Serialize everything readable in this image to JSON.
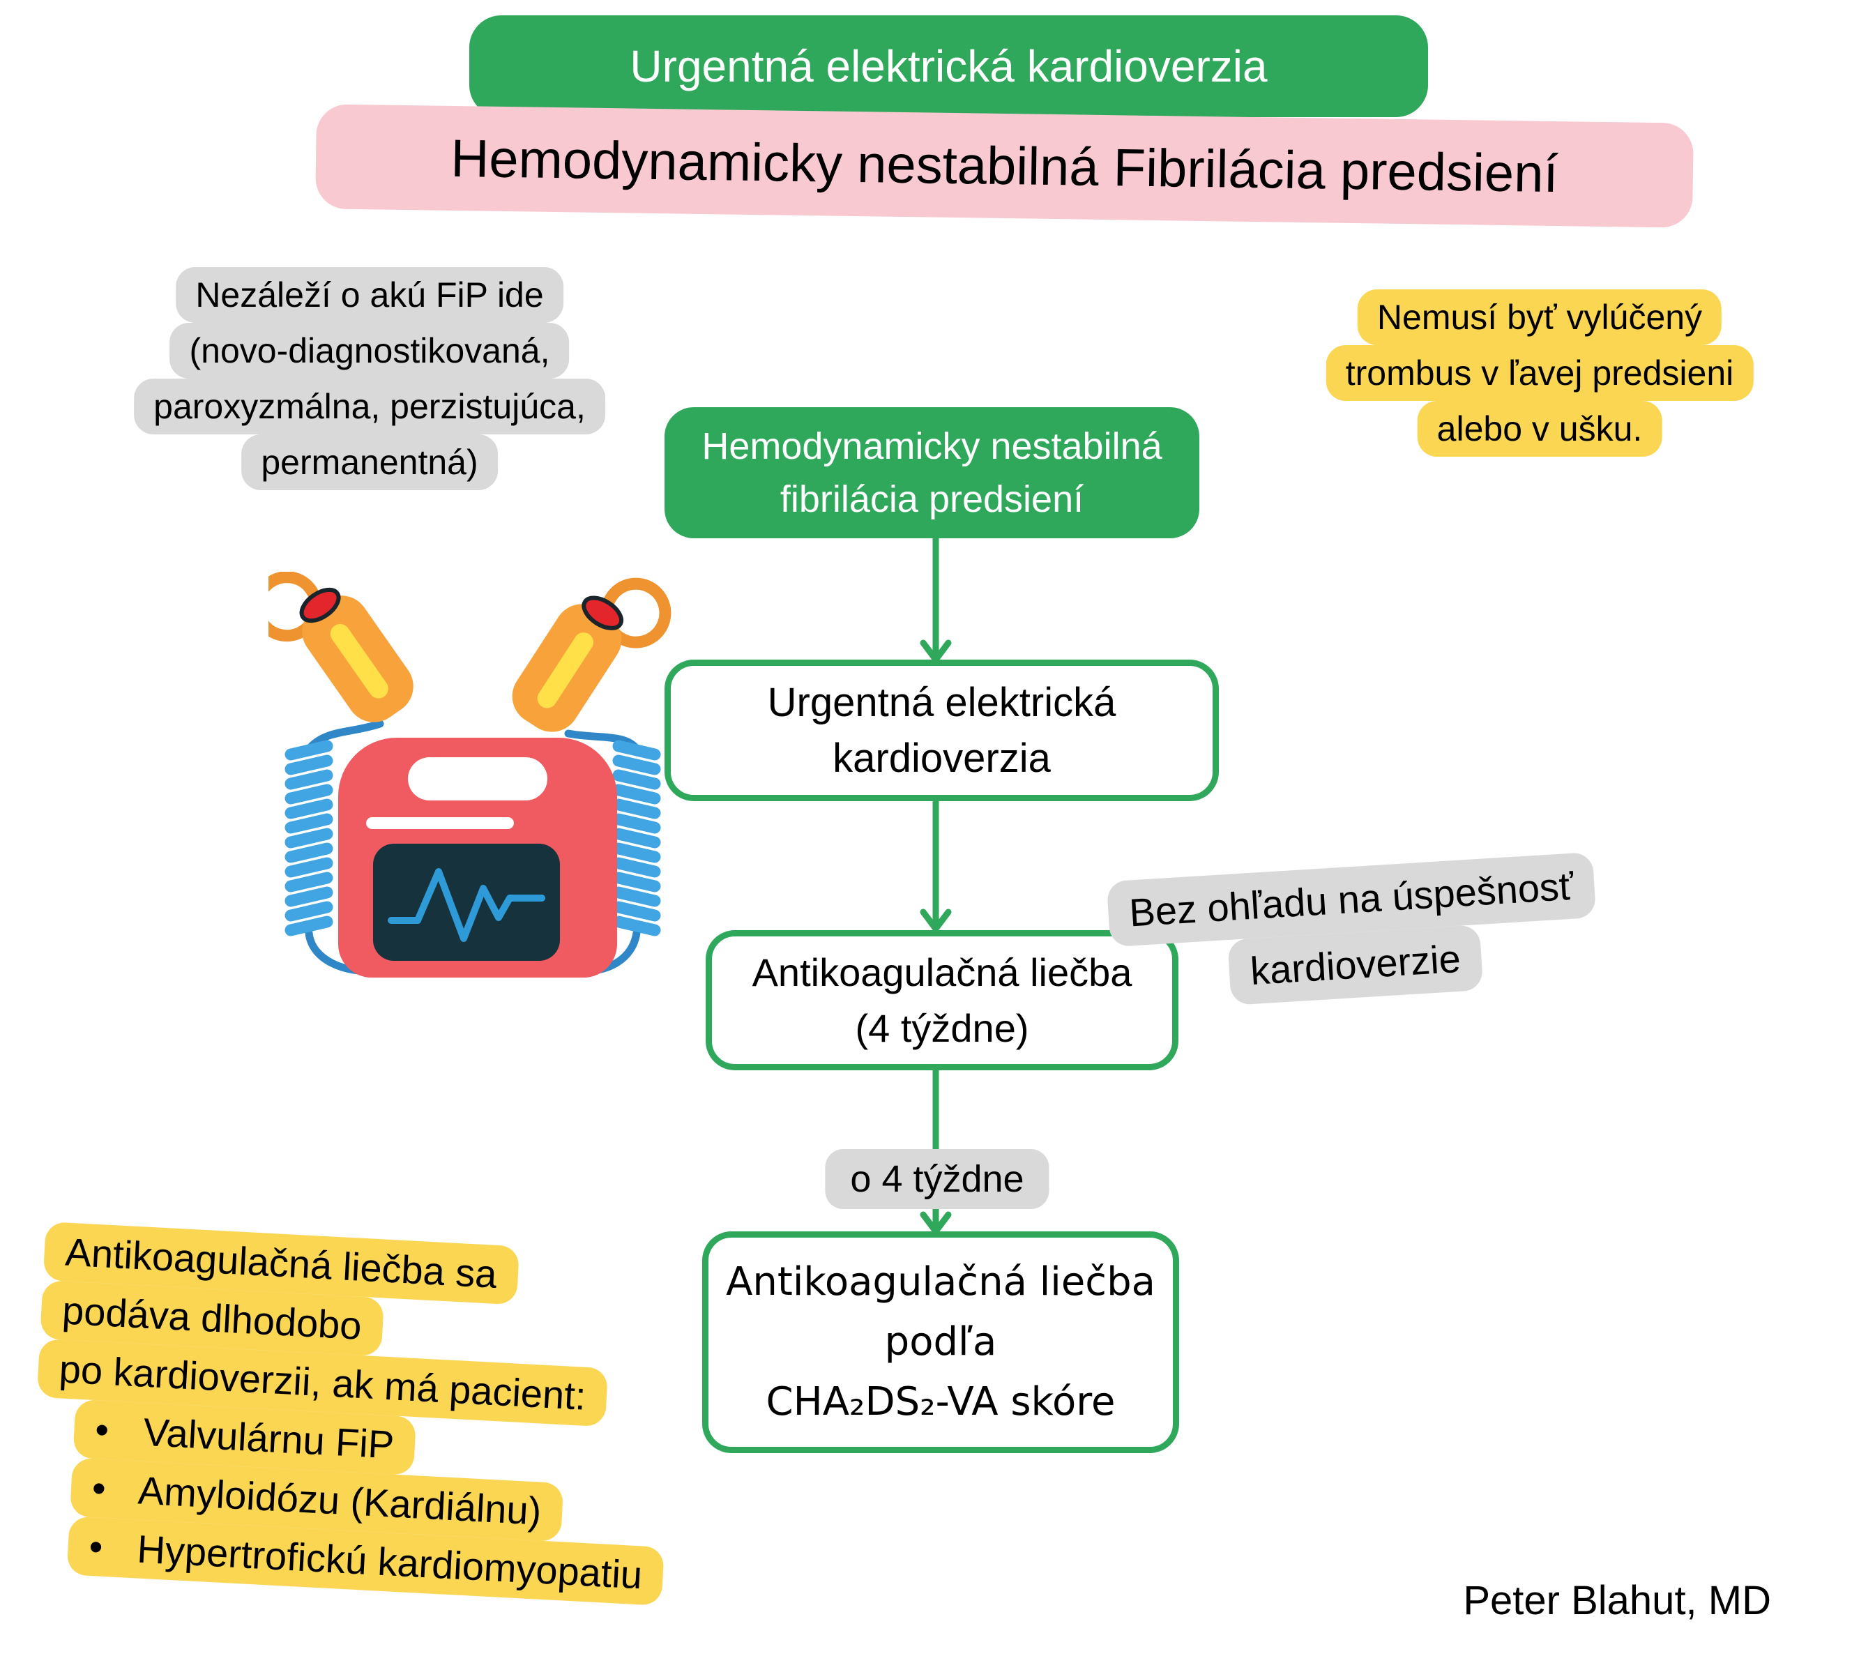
{
  "colors": {
    "green": "#2fa85c",
    "pink": "#f8c9d1",
    "yellow": "#fad653",
    "gray": "#d9d9d9",
    "black": "#000000",
    "white": "#ffffff",
    "defib_body_red": "#f05a61",
    "defib_screen": "#15323d",
    "ecg_blue": "#2e9bd8",
    "cable_blue": "#41a5e3",
    "paddle_orange": "#f7a23b",
    "paddle_stripe_yellow": "#ffe049",
    "paddle_button_red": "#e3262b"
  },
  "header": {
    "title": "Urgentná elektrická kardioverzia",
    "subtitle": "Hemodynamicky nestabilná Fibrilácia predsiení"
  },
  "notes": {
    "fip_type": {
      "lines": [
        "Nezáleží o akú FiP ide",
        "(novo-diagnostikovaná,",
        "paroxyzmálna, perzistujúca,",
        "permanentná)"
      ]
    },
    "thrombus": {
      "lines": [
        "Nemusí byť vylúčený",
        "trombus v ľavej predsieni",
        "alebo v ušku."
      ]
    },
    "regardless": {
      "lines": [
        "Bez ohľadu na úspešnosť",
        "kardioverzie"
      ]
    },
    "interval": {
      "label": "o 4 týždne"
    },
    "longterm": {
      "lines": [
        "Antikoagulačná liečba sa",
        "podáva dlhodobo",
        "po kardioverzii, ak má pacient:"
      ],
      "bullet_glyph": "•",
      "bullets": [
        "Valvulárnu FiP",
        "Amyloidózu (Kardiálnu)",
        "Hypertrofickú kardiomyopatiu"
      ]
    }
  },
  "flowchart": {
    "start": {
      "lines": [
        "Hemodynamicky nestabilná",
        "fibrilácia predsiení"
      ]
    },
    "step_cardioversion": {
      "lines": [
        "Urgentná elektrická",
        "kardioverzia"
      ]
    },
    "step_anticoagulation": {
      "lines": [
        "Antikoagulačná liečba",
        "(4 týždne)"
      ]
    },
    "step_long_term": {
      "lines": [
        "Antikoagulačná liečba",
        "podľa",
        "CHA₂DS₂-VA skóre"
      ]
    }
  },
  "illustration": {
    "name": "defibrillator"
  },
  "footer": {
    "author": "Peter Blahut, MD"
  }
}
